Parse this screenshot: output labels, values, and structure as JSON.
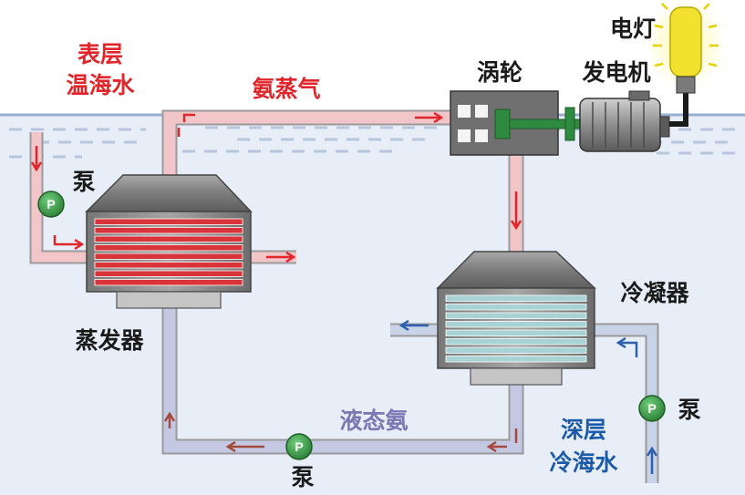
{
  "labels": {
    "surface_warm_water": [
      "表层",
      "温海水"
    ],
    "ammonia_vapor": "氨蒸气",
    "turbine": "涡轮",
    "generator": "发电机",
    "lamp": "电灯",
    "pump_left": "泵",
    "evaporator": "蒸发器",
    "condenser": "冷凝器",
    "liquid_ammonia": "液态氨",
    "pump_bottom": "泵",
    "pump_right": "泵",
    "deep_cold_water": [
      "深层",
      "冷海水"
    ]
  },
  "pump_symbol": "P",
  "colors": {
    "sea": "#e8eef7",
    "sea_surface_line": "#98aece",
    "warm_pipe": "#f2c6c9",
    "warm_arrow": "#e0262b",
    "ammonia_pipe": "#c4c8e2",
    "ammonia_arrow": "#a34a3e",
    "cold_arrow": "#2c5fae",
    "evaporator_fins": "#d8343a",
    "condenser_fins": "#a8d2d4",
    "pump_green": "#3c9e48",
    "lamp_yellow": "#f2e22f",
    "label_red": "#e0262b",
    "label_blue": "#1b5aa8",
    "label_purple": "#7a78b4",
    "label_dark": "#1a1a1a"
  }
}
